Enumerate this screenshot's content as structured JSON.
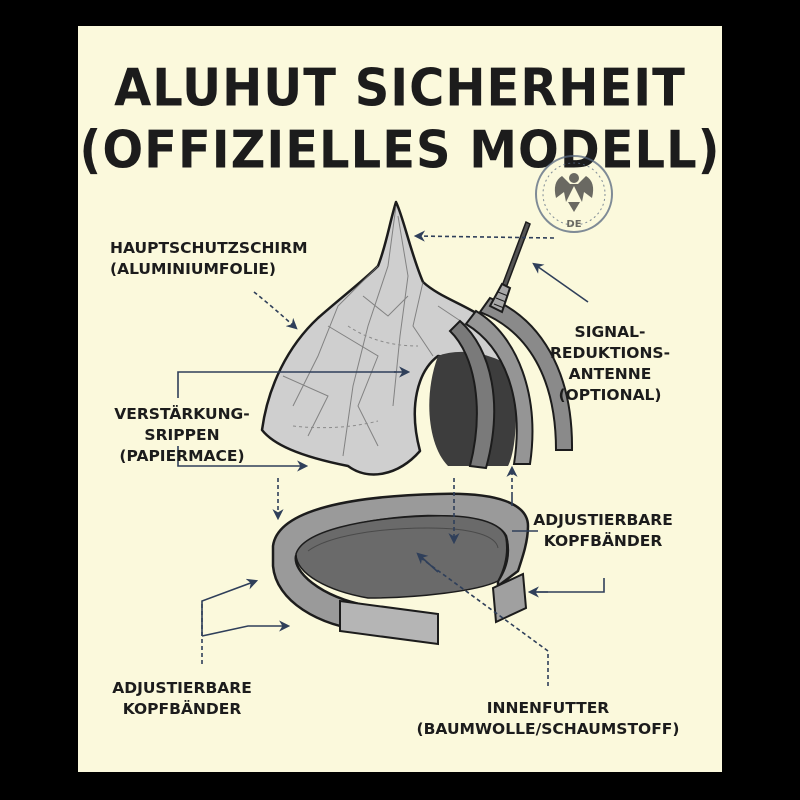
{
  "title": {
    "line1": "ALUHUT SICHERHEIT",
    "line2": "(OFFIZIELLES MODELL)"
  },
  "seal": {
    "text": "DE",
    "icon": "eagle-icon"
  },
  "labels": {
    "main_shield": [
      "HAUPTSCHUTZSCHIRM",
      "(ALUMINIUMFOLIE)"
    ],
    "ribs": [
      "VERSTÄRKUNG-",
      "SRIPPEN",
      "(PAPIERMACE)"
    ],
    "antenna": [
      "SIGNAL-",
      "REDUKTIONS-",
      "ANTENNE",
      "(OPTIONAL)"
    ],
    "bands_right": [
      "ADJUSTIERBARE",
      "KOPFBÄNDER"
    ],
    "bands_left": [
      "ADJUSTIERBARE",
      "KOPFBÄNDER"
    ],
    "lining": [
      "INNENFUTTER",
      "(BAUMWOLLE/SCHAUMSTOFF)"
    ]
  },
  "colors": {
    "background": "#fbf9dc",
    "frame": "#000000",
    "ink": "#1c1c1c",
    "arrow": "#2f3f5a",
    "foil": "#c9c9c9",
    "band": "#8f8f8f"
  }
}
